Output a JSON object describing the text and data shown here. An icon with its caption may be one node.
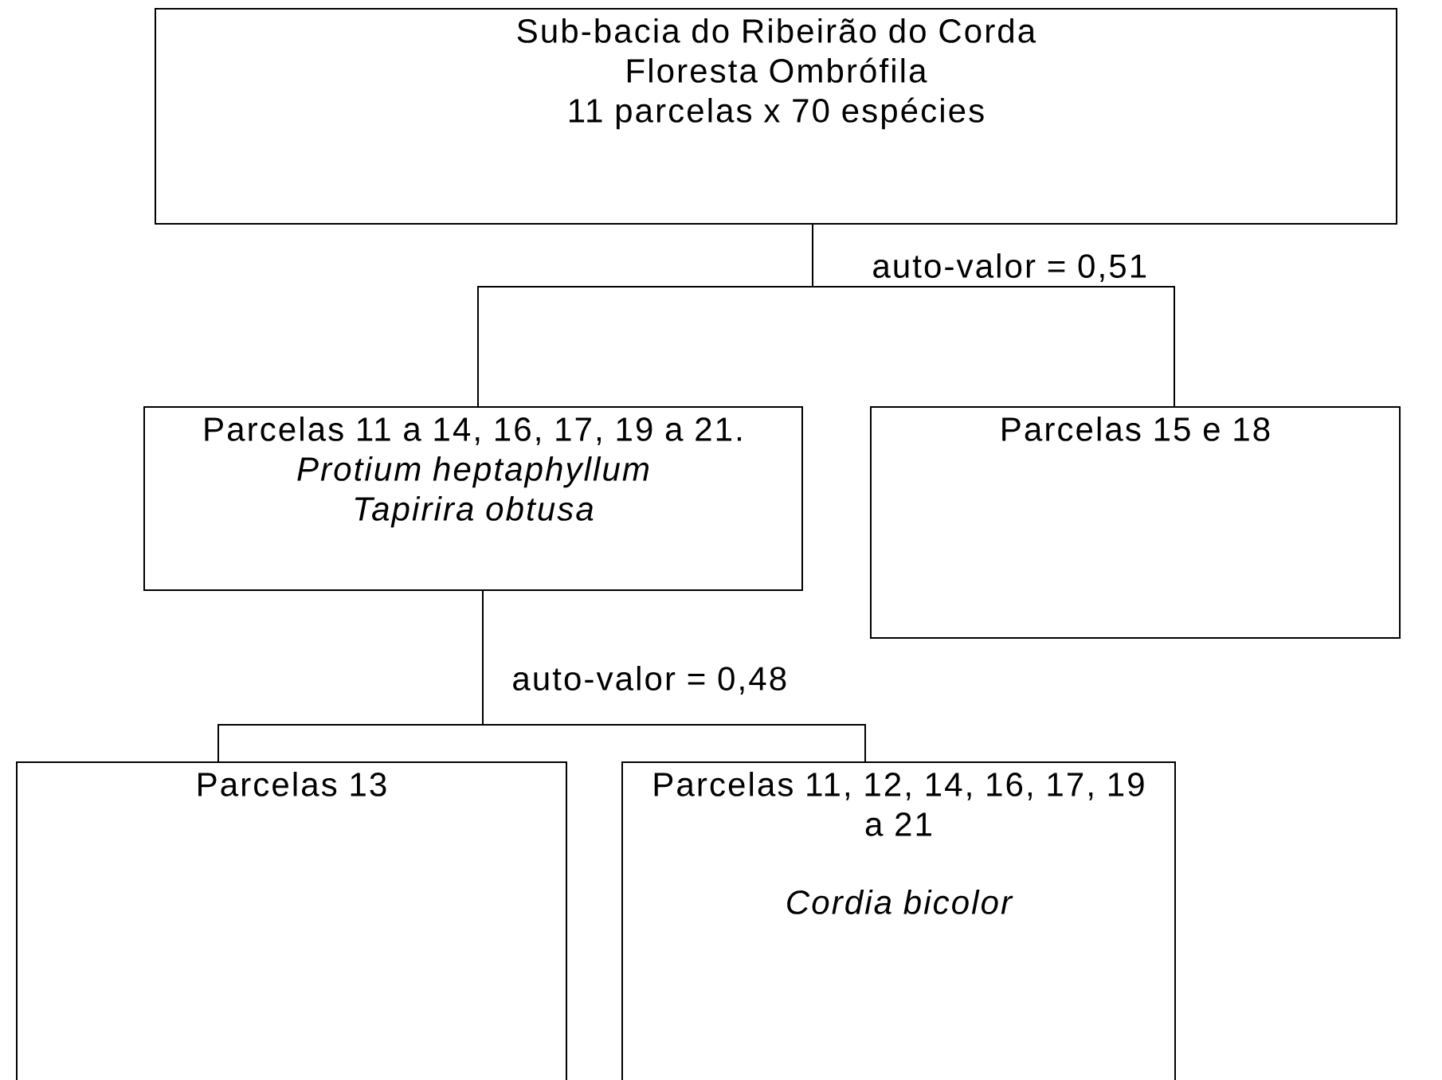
{
  "diagram": {
    "nodes": [
      {
        "text": [
          "Sub-bacia do Ribeirão do Corda",
          "Floresta Ombrófila",
          "11 parcelas x 70 espécies"
        ]
      },
      {
        "text": [
          "Parcelas 11 a 14, 16, 17, 19 a 21.",
          "Protium heptaphyllum",
          "Tapirira obtusa"
        ]
      },
      {
        "text": [
          "Parcelas 15 e 18"
        ]
      },
      {
        "text": [
          "Parcelas 13"
        ]
      },
      {
        "text": [
          "Parcelas 11, 12, 14, 16, 17, 19 a 21",
          "Cordia bicolor"
        ]
      }
    ],
    "edges": [
      {
        "from": 0,
        "to": 1,
        "arrow": "none"
      },
      {
        "from": 0,
        "to": 2,
        "arrow": "none",
        "label": "auto-valor = 0,51"
      },
      {
        "from": 1,
        "to": 3,
        "arrow": "none"
      },
      {
        "from": 1,
        "to": 4,
        "arrow": "none",
        "label": "auto-valor = 0,48"
      }
    ]
  }
}
